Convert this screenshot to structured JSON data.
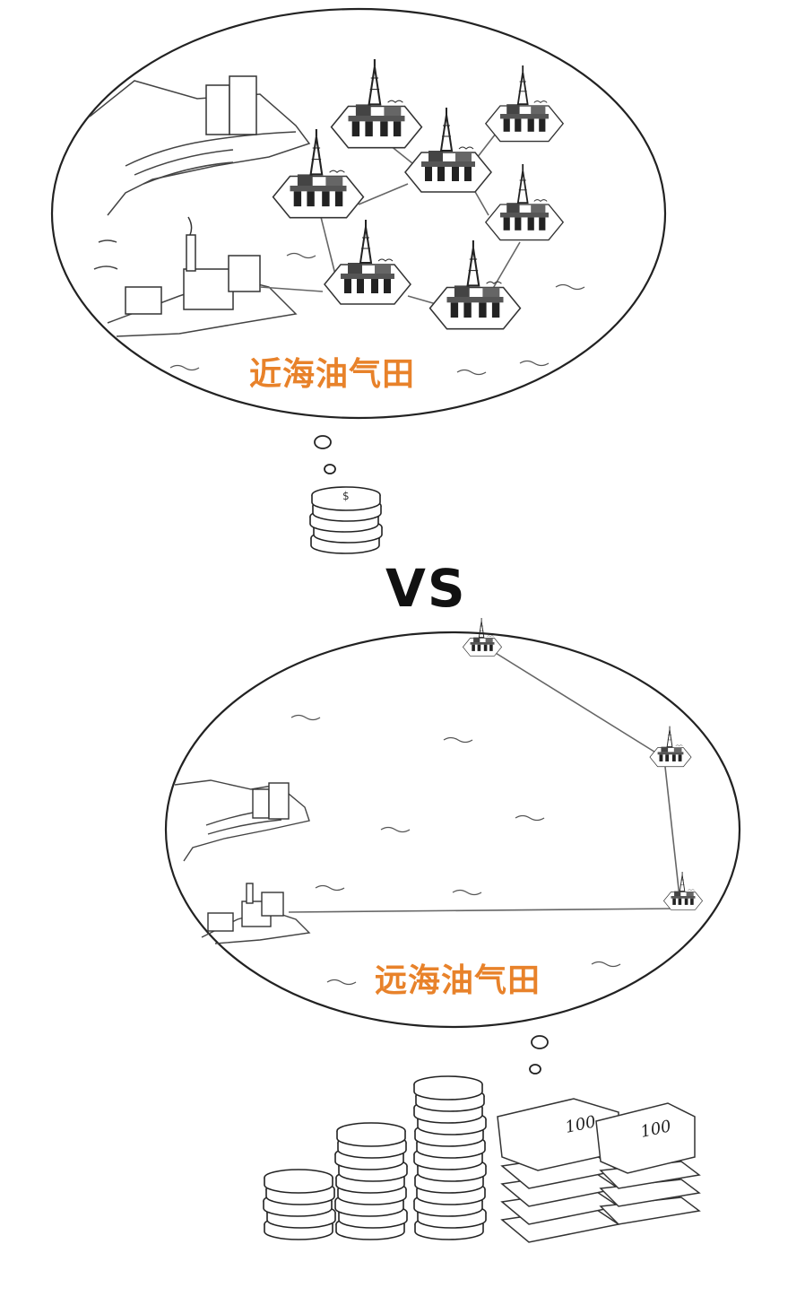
{
  "labels": {
    "nearshore": "近海油气田",
    "offshore": "远海油气田",
    "versus": "VS"
  },
  "accent_color": "#e8822a",
  "bill_denomination": "100",
  "coin_symbol": "$",
  "icons": [
    "oil-platform-icon",
    "factory-icon",
    "coin-stack-icon",
    "banknote-stack-icon",
    "thought-bubble-icon",
    "wave-icon",
    "coastline-icon"
  ]
}
